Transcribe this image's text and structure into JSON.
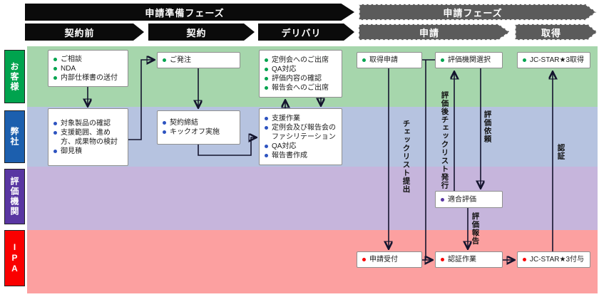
{
  "phases": {
    "prep": "申請準備フェーズ",
    "apply": "申請フェーズ"
  },
  "stages": {
    "pre_contract": "契約前",
    "contract": "契約",
    "delivery": "デリバリ",
    "application": "申請",
    "acquisition": "取得"
  },
  "lanes": {
    "customer": "お客様",
    "company": "弊社",
    "evaluator": "評価機関",
    "ipa": "IPA"
  },
  "colors": {
    "banner_black": "#0b0b0b",
    "banner_gray": "#5b5b5b",
    "lane_customer_bg": "#a6d6ac",
    "lane_company_bg": "#b6c3e0",
    "lane_evaluator_bg": "#c6b5dc",
    "lane_ipa_bg": "#fca0a0",
    "label_customer": "#00a34e",
    "label_company": "#1c5fae",
    "label_evaluator": "#5936a2",
    "label_ipa": "#fa0000",
    "connector": "#14142e"
  },
  "boxes": {
    "customer_precontract": {
      "items": [
        "ご相談",
        "NDA",
        "内部仕様書の送付"
      ]
    },
    "company_precontract": {
      "items": [
        "対象製品の確認",
        "支援範囲、進め方、成果物の検討",
        "御見積"
      ]
    },
    "customer_contract": {
      "items": [
        "ご発注"
      ]
    },
    "company_contract": {
      "items": [
        "契約締結",
        "キックオフ実施"
      ]
    },
    "customer_delivery": {
      "items": [
        "定例会へのご出席",
        "QA対応",
        "評価内容の確認",
        "報告会へのご出席"
      ]
    },
    "company_delivery": {
      "items": [
        "支援作業",
        "定例会及び報告会のファシリテーション",
        "QA対応",
        "報告書作成"
      ]
    },
    "customer_application_request": {
      "items": [
        "取得申請"
      ]
    },
    "customer_select_evaluator": {
      "items": [
        "評価機関選択"
      ]
    },
    "customer_acquisition": {
      "items": [
        "JC-STAR★3取得"
      ]
    },
    "evaluator_conformity": {
      "items": [
        "適合評価"
      ]
    },
    "ipa_reception": {
      "items": [
        "申請受付"
      ]
    },
    "ipa_certification_work": {
      "items": [
        "認証作業"
      ]
    },
    "ipa_grant": {
      "items": [
        "JC-STAR★3付与"
      ]
    }
  },
  "edge_labels": {
    "checklist_submit": "チェックリスト提出",
    "checklist_issue": "評価後チェックリスト発行",
    "eval_request": "評価依頼",
    "eval_report": "評価報告",
    "certification": "認証"
  }
}
